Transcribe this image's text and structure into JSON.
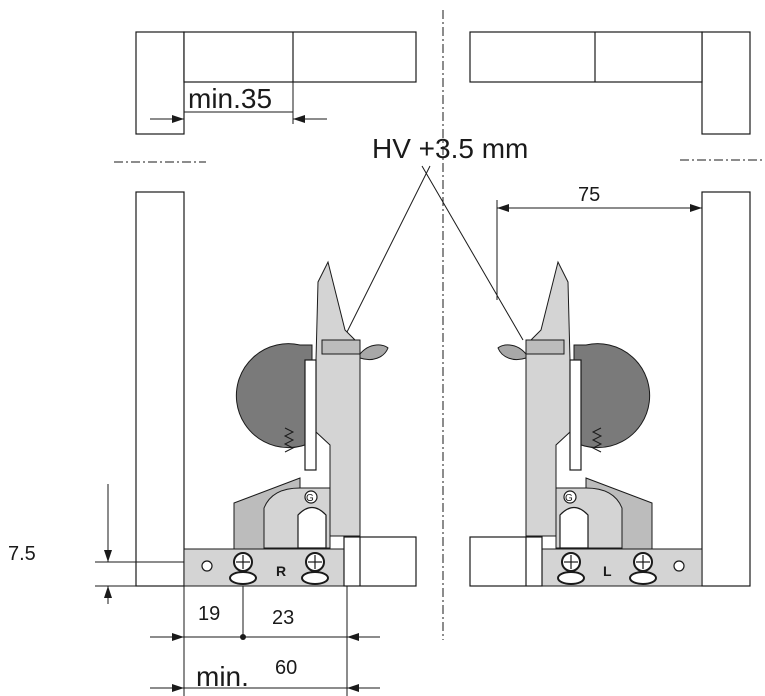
{
  "labels": {
    "hv": "HV +3.5 mm",
    "min35": "min.35",
    "dim75": "75",
    "dim7_5": "7.5",
    "dim19": "19",
    "dim23": "23",
    "min60_prefix": "min.",
    "min60_value": "60",
    "side_right": "R",
    "side_left": "L",
    "g_mark_right": "G",
    "g_mark_left": "G"
  },
  "colors": {
    "line": "#1a1a1a",
    "metal_light": "#d4d4d4",
    "metal_mid": "#bcbcbc",
    "cam_dark": "#7a7a7a"
  },
  "icons": {
    "screw": "phillips-screw-icon",
    "arrowhead": "dimension-arrow-icon"
  }
}
